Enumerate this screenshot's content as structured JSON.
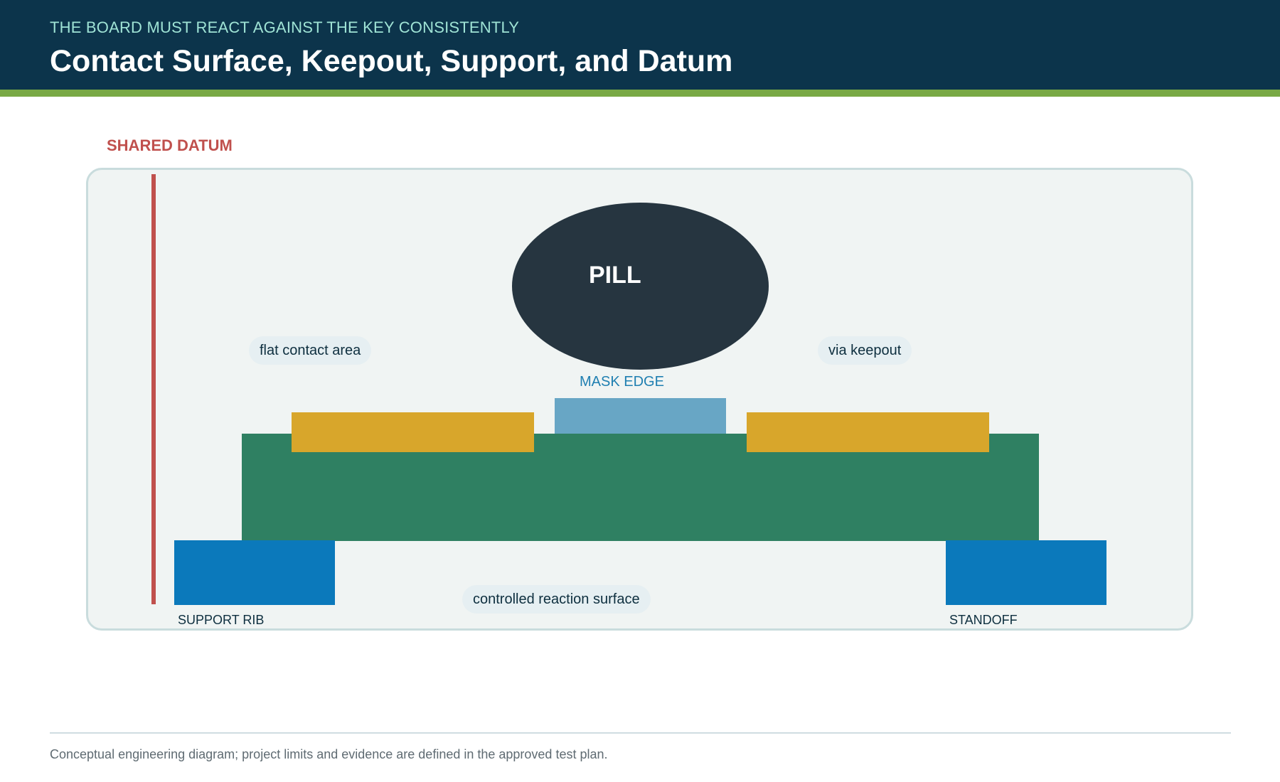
{
  "header": {
    "eyebrow": "THE BOARD MUST REACT AGAINST THE KEY CONSISTENTLY",
    "title": "Contact Surface, Keepout, Support, and Datum"
  },
  "diagram": {
    "datum_label": "SHARED DATUM",
    "pill_label": "PILL",
    "chips": {
      "flat_contact": "flat contact area",
      "via_keepout": "via keepout",
      "reaction_surface": "controlled reaction surface"
    },
    "mask_label": "MASK EDGE",
    "support_rib_label": "SUPPORT RIB",
    "standoff_label": "STANDOFF"
  },
  "footer": {
    "note": "Conceptual engineering diagram; project limits and evidence are defined in the approved test plan."
  },
  "colors": {
    "header_bg": "#0c344b",
    "header_accent": "#79a945",
    "eyebrow": "#9fe3d5",
    "datum": "#c0504d",
    "panel_bg": "#f0f4f3",
    "panel_border": "#c9dcdd",
    "pill": "#263540",
    "pcb": "#2f8062",
    "pad": "#d8a62b",
    "mask": "#68a6c5",
    "support": "#0b79bb",
    "chip_bg": "#e6eff2",
    "mask_label": "#1f7fb1"
  }
}
